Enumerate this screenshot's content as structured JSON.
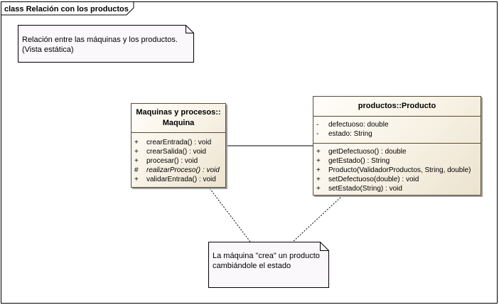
{
  "frame": {
    "title": "class Relación con los productos"
  },
  "notes": {
    "description": {
      "text": "Relación entre las máquinas y los productos.\n(Vista estática)"
    },
    "creation": {
      "text": "La máquina \"crea\" un producto\ncambiándole el estado"
    }
  },
  "classes": {
    "maquina": {
      "name_line1": "Maquinas y procesos::",
      "name_line2": "Maquina",
      "operations": [
        {
          "vis": "+",
          "sig": "crearEntrada() : void"
        },
        {
          "vis": "+",
          "sig": "crearSalida() : void"
        },
        {
          "vis": "+",
          "sig": "procesar() : void"
        },
        {
          "vis": "#",
          "sig": "realizarProceso() : void"
        },
        {
          "vis": "+",
          "sig": "validarEntrada() : void"
        }
      ]
    },
    "producto": {
      "name": "productos::Producto",
      "attributes": [
        {
          "vis": "-",
          "sig": "defectuoso:  double"
        },
        {
          "vis": "-",
          "sig": "estado:  String"
        }
      ],
      "operations": [
        {
          "vis": "+",
          "sig": "getDefectuoso() : double"
        },
        {
          "vis": "+",
          "sig": "getEstado() : String"
        },
        {
          "vis": "+",
          "sig": "Producto(ValidadorProductos, String, double)"
        },
        {
          "vis": "+",
          "sig": "setDefectuoso(double) : void"
        },
        {
          "vis": "+",
          "sig": "setEstado(String) : void"
        }
      ]
    }
  }
}
